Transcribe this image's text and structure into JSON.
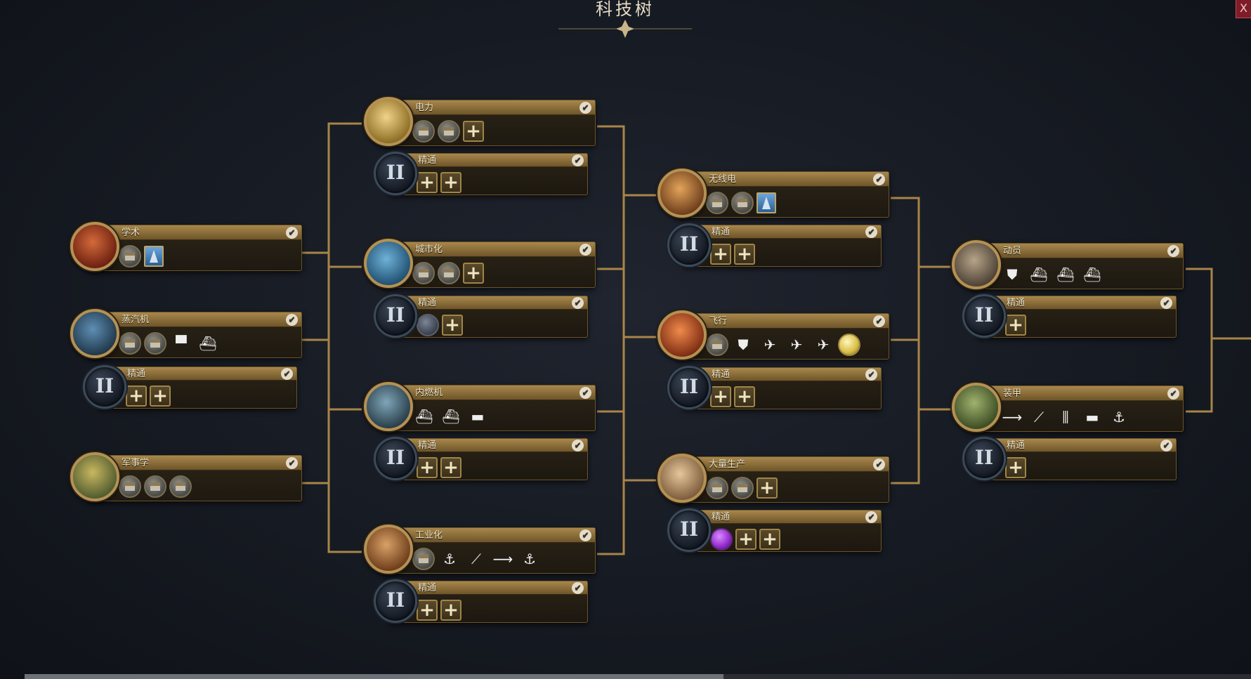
{
  "header": {
    "title": "科技树",
    "close_label": "X"
  },
  "techs": {
    "academia": {
      "name": "学术",
      "researched": true,
      "unlocks": [
        "building",
        "wonder"
      ]
    },
    "steam": {
      "name": "蒸汽机",
      "researched": true,
      "unlocks": [
        "building",
        "building",
        "unit-train",
        "unit-ship"
      ]
    },
    "military": {
      "name": "军事学",
      "researched": true,
      "unlocks": [
        "building",
        "building",
        "building"
      ]
    },
    "electricity": {
      "name": "电力",
      "researched": true,
      "unlocks": [
        "building",
        "building",
        "plus"
      ]
    },
    "urbanization": {
      "name": "城市化",
      "researched": true,
      "unlocks": [
        "building",
        "building",
        "plus"
      ]
    },
    "combustion": {
      "name": "内燃机",
      "researched": true,
      "unlocks": [
        "unit-ship",
        "unit-ship",
        "unit-tank"
      ]
    },
    "industrialization": {
      "name": "工业化",
      "researched": true,
      "unlocks": [
        "building",
        "unit-gunboat",
        "unit-artillery",
        "unit-rifle",
        "unit-anchor"
      ]
    },
    "radio": {
      "name": "无线电",
      "researched": true,
      "unlocks": [
        "building",
        "building",
        "wonder"
      ]
    },
    "flight": {
      "name": "飞行",
      "researched": true,
      "unlocks": [
        "building",
        "unit-shield",
        "unit-plane",
        "unit-plane",
        "unit-plane",
        "bulb"
      ]
    },
    "mass_production": {
      "name": "大量生产",
      "researched": true,
      "unlocks": [
        "building",
        "building",
        "plus"
      ]
    },
    "mobilization": {
      "name": "动员",
      "researched": true,
      "unlocks": [
        "unit-shield",
        "unit-ship",
        "unit-ship",
        "unit-ship"
      ]
    },
    "armor": {
      "name": "装甲",
      "researched": true,
      "unlocks": [
        "unit-rifle",
        "unit-artillery",
        "unit-rocket",
        "unit-tank",
        "unit-anchor"
      ]
    }
  },
  "mastery": {
    "label": "精通",
    "numeral": "II",
    "steam": [
      "plus",
      "plus"
    ],
    "electricity": [
      "plus",
      "plus"
    ],
    "urbanization": [
      "grey",
      "plus"
    ],
    "combustion": [
      "plus",
      "plus"
    ],
    "industrialization": [
      "plus",
      "plus"
    ],
    "radio": [
      "plus",
      "plus"
    ],
    "flight": [
      "plus",
      "plus"
    ],
    "mass_production": [
      "purple",
      "plus",
      "plus"
    ],
    "mobilization": [
      "plus"
    ],
    "armor": [
      "plus"
    ]
  },
  "symbols": {
    "check": "✔",
    "plus": "+",
    "unit-ship": "⛴",
    "unit-train": "▀",
    "unit-tank": "▬",
    "unit-plane": "✈",
    "unit-shield": "⛊",
    "unit-gunboat": "⚓",
    "unit-artillery": "⟋",
    "unit-rifle": "⟶",
    "unit-rocket": "⫼",
    "unit-anchor": "⚓"
  },
  "colors": {
    "panel_gold": "#a8874c",
    "background": "#161a22",
    "connector": "#b8914c",
    "close_red": "#7e1d28"
  }
}
